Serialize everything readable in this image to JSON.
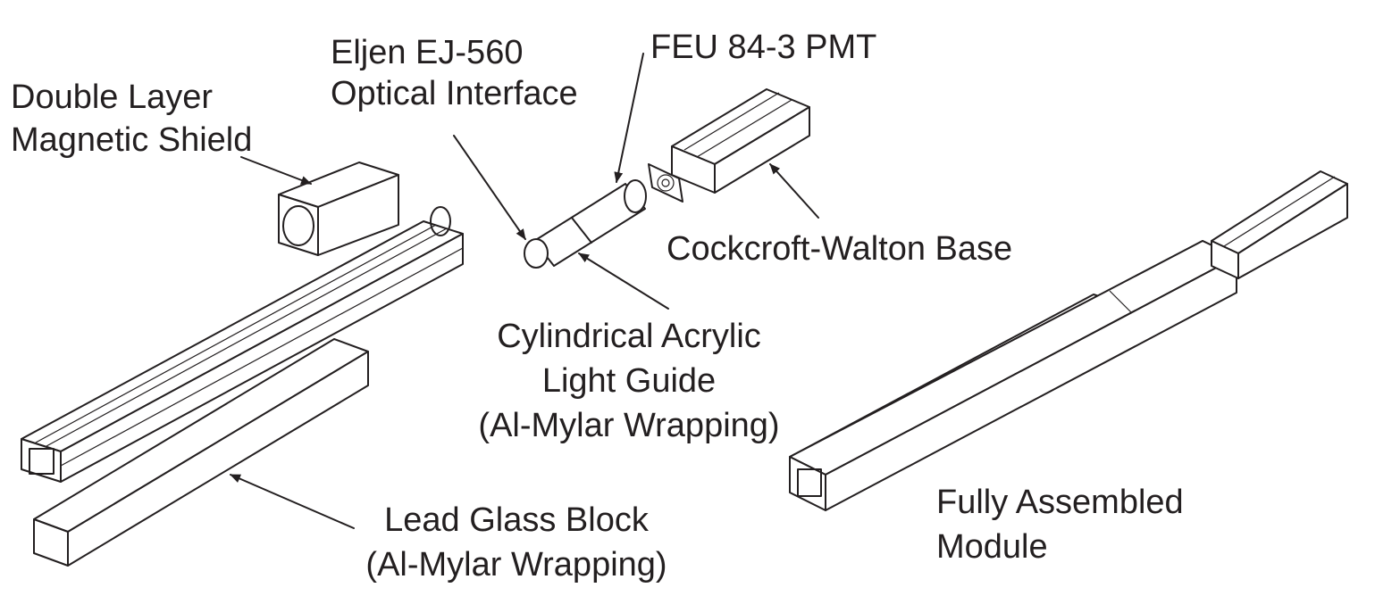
{
  "labels": {
    "eljen_line1": "Eljen EJ-560",
    "eljen_line2": "Optical Interface",
    "feu": "FEU 84-3 PMT",
    "shield_line1": "Double Layer",
    "shield_line2": "Magnetic Shield",
    "cockcroft": "Cockcroft-Walton Base",
    "guide_line1": "Cylindrical Acrylic",
    "guide_line2": "Light Guide",
    "guide_line3": "(Al-Mylar Wrapping)",
    "lead_line1": "Lead Glass Block",
    "lead_line2": "(Al-Mylar Wrapping)",
    "module_line1": "Fully Assembled",
    "module_line2": "Module"
  },
  "colors": {
    "ink": "#231f20",
    "background": "#ffffff"
  }
}
